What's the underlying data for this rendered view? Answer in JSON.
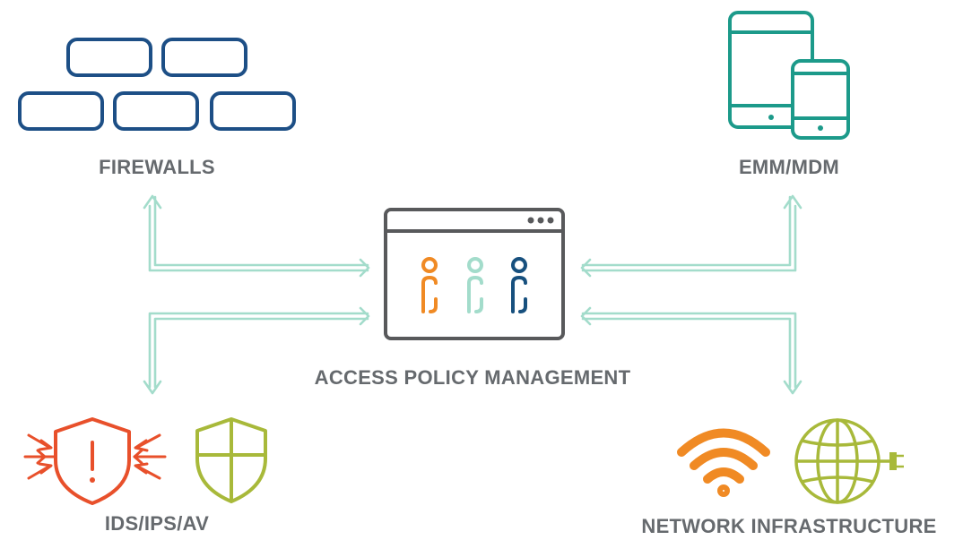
{
  "labels": {
    "firewalls": "FIREWALLS",
    "emm_mdm": "EMM/MDM",
    "center": "ACCESS POLICY MANAGEMENT",
    "ids_ips_av": "IDS/IPS/AV",
    "network": "NETWORK INFRASTRUCTURE"
  },
  "icons": {
    "firewalls": "brick-wall-icon",
    "emm_mdm": "tablet-phone-icon",
    "center": "browser-window-users-icon",
    "ids": "shield-alert-icon",
    "av": "shield-icon",
    "network_wifi": "wifi-icon",
    "network_globe": "globe-plug-icon"
  },
  "colors": {
    "firewalls": "#1d4f86",
    "emm_mdm": "#1c9a8a",
    "window": "#58595b",
    "user_orange": "#f08a24",
    "user_teal": "#a3dccb",
    "user_navy": "#17507e",
    "ids": "#e8502b",
    "av": "#a8b93a",
    "wifi": "#f08a24",
    "globe": "#a8b93a",
    "arrows": "#a3dccb",
    "label_text": "#666a6e"
  }
}
